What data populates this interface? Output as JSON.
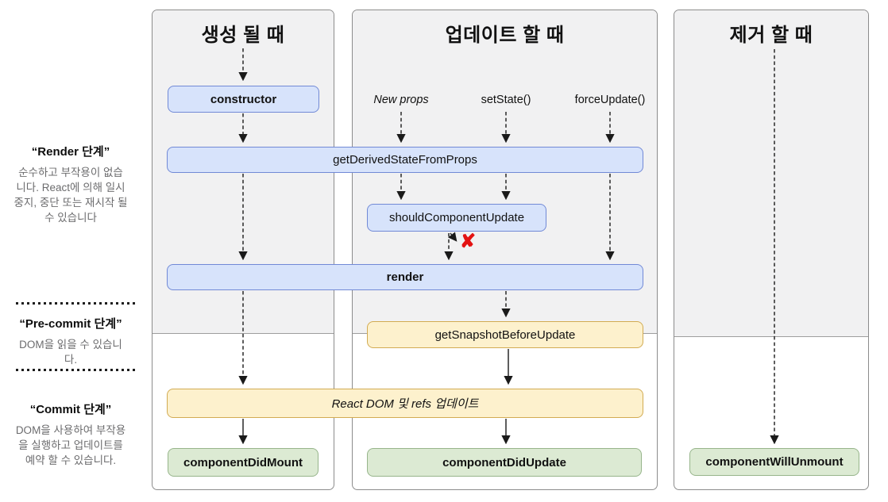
{
  "sidebar": {
    "phases": [
      {
        "title": "“Render 단계”",
        "description": "순수하고 부작용이 없습\n니다. React에 의해 일시\n중지, 중단 또는 재시작 될\n수 있습니다"
      },
      {
        "title": "“Pre-commit 단계”",
        "description": "DOM을 읽을 수 있습니\n다."
      },
      {
        "title": "“Commit 단계”",
        "description": "DOM을 사용하여 부작용\n을 실행하고 업데이트를\n예약 할 수 있습니다."
      }
    ]
  },
  "columns": {
    "mount": {
      "title": "생성 될 때"
    },
    "update": {
      "title": "업데이트 할 때"
    },
    "unmount": {
      "title": "제거 할 때"
    }
  },
  "triggers": {
    "new_props": "New props",
    "set_state": "setState()",
    "force_update": "forceUpdate()"
  },
  "boxes": {
    "constructor": "constructor",
    "get_derived_state_from_props": "getDerivedStateFromProps",
    "should_component_update": "shouldComponentUpdate",
    "render": "render",
    "get_snapshot_before_update": "getSnapshotBeforeUpdate",
    "react_dom_update": "React DOM 및 refs 업데이트",
    "component_did_mount": "componentDidMount",
    "component_did_update": "componentDidUpdate",
    "component_will_unmount": "componentWillUnmount"
  },
  "icons": {
    "blocked_x": "✘"
  },
  "colors": {
    "blue_fill": "#d7e3fb",
    "blue_border": "#7189d6",
    "yellow_fill": "#fdf1cd",
    "yellow_border": "#d2ab52",
    "green_fill": "#dcead3",
    "green_border": "#97b58b",
    "panel_gray": "#f1f1f2",
    "panel_border": "#8c8c8c",
    "panel_inner_line": "#9e9e9e",
    "x_red": "#e31212",
    "text_gray": "#6c6c6e"
  }
}
